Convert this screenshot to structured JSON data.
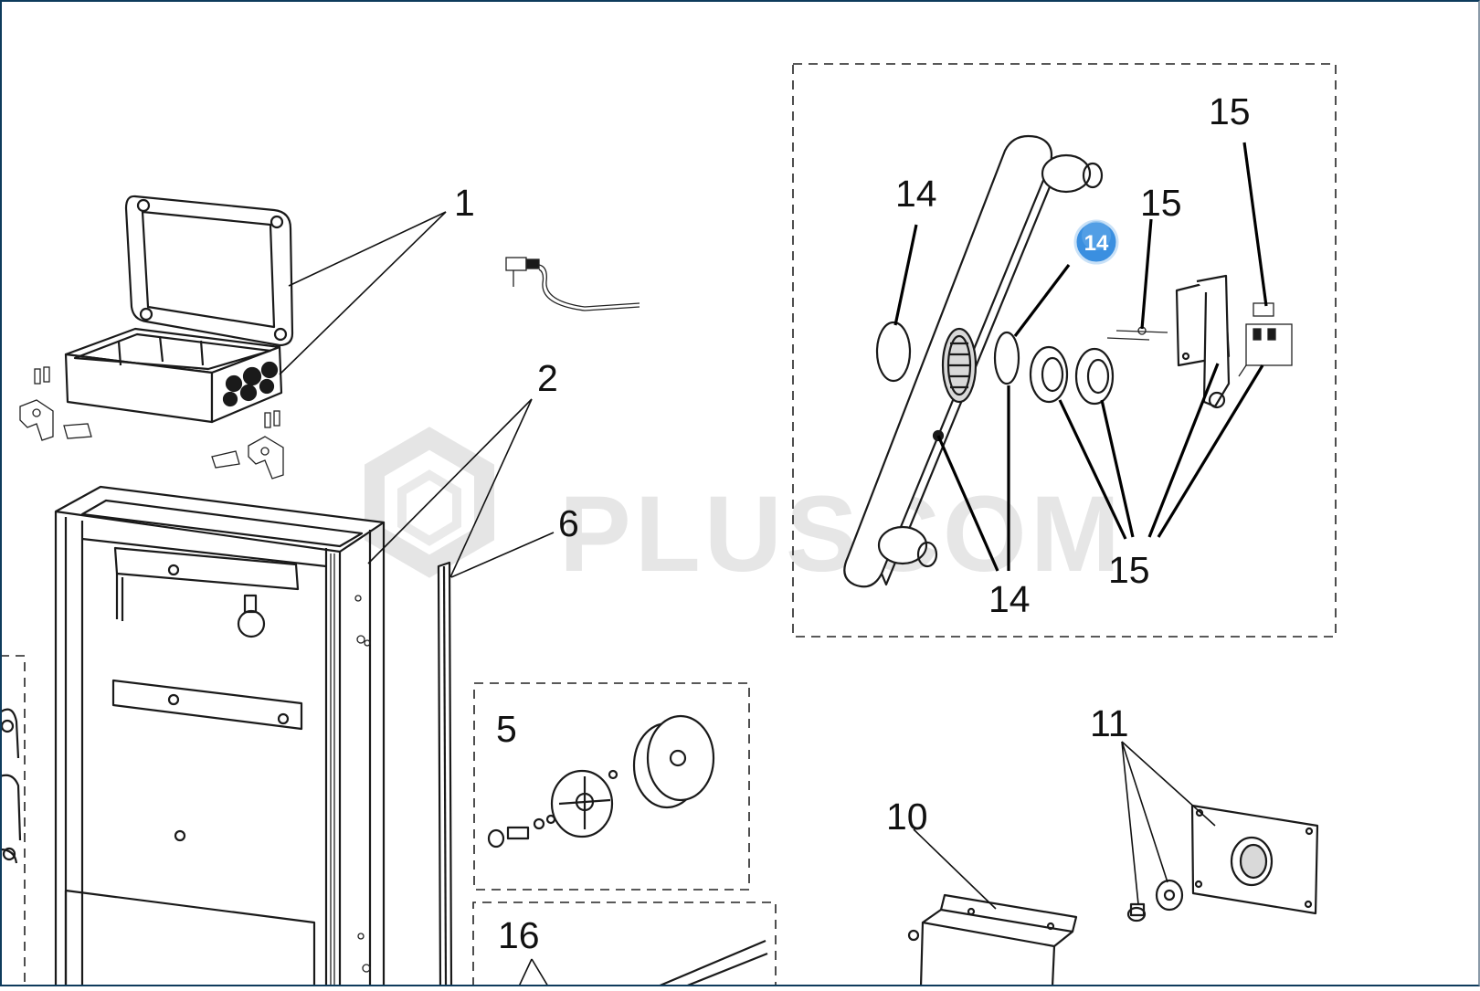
{
  "watermark": "PLUSCOM",
  "callouts": {
    "c1": "1",
    "c2": "2",
    "c5": "5",
    "c6": "6",
    "c10": "10",
    "c11": "11",
    "c14a": "14",
    "c14b": "14",
    "c15a": "15",
    "c15b": "15",
    "c15c": "15",
    "c16": "16"
  },
  "hotspot_badge": "14",
  "colors": {
    "badge": "#3a8fe0",
    "frame": "#0e3b5c",
    "watermark": "#e6e6e6"
  }
}
